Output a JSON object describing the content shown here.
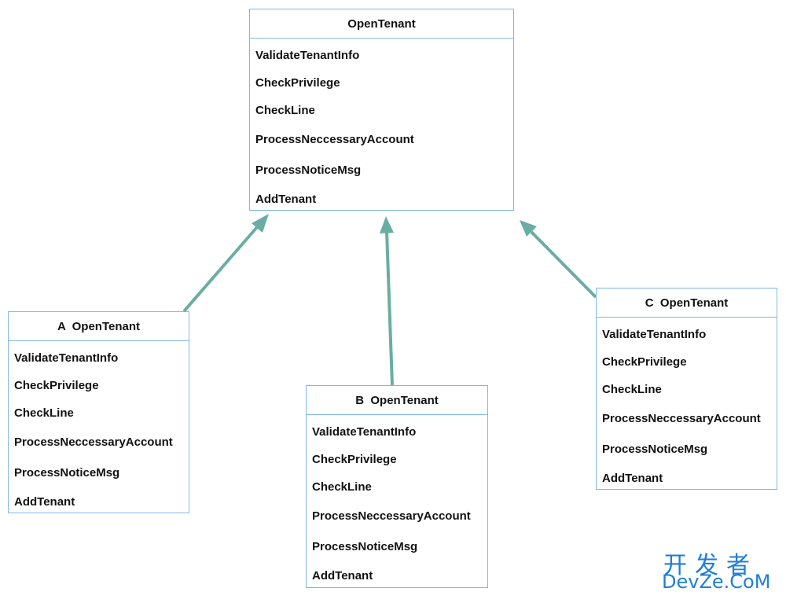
{
  "diagram": {
    "edge_color": "#6aada3",
    "box_border_color": "#7fb8e6",
    "base_class": {
      "title": "OpenTenant",
      "methods": [
        "ValidateTenantInfo",
        "CheckPrivilege",
        "CheckLine",
        "ProcessNeccessaryAccount",
        "ProcessNoticeMsg",
        "AddTenant"
      ]
    },
    "subclasses": [
      {
        "id": "a",
        "title": "A  OpenTenant",
        "methods": [
          "ValidateTenantInfo",
          "CheckPrivilege",
          "CheckLine",
          "ProcessNeccessaryAccount",
          "ProcessNoticeMsg",
          "AddTenant"
        ]
      },
      {
        "id": "b",
        "title": "B  OpenTenant",
        "methods": [
          "ValidateTenantInfo",
          "CheckPrivilege",
          "CheckLine",
          "ProcessNeccessaryAccount",
          "ProcessNoticeMsg",
          "AddTenant"
        ]
      },
      {
        "id": "c",
        "title": "C  OpenTenant",
        "methods": [
          "ValidateTenantInfo",
          "CheckPrivilege",
          "CheckLine",
          "ProcessNeccessaryAccount",
          "ProcessNoticeMsg",
          "AddTenant"
        ]
      }
    ],
    "edges": [
      {
        "from": "a",
        "to": "base",
        "type": "inheritance-arrow"
      },
      {
        "from": "b",
        "to": "base",
        "type": "inheritance-arrow"
      },
      {
        "from": "c",
        "to": "base",
        "type": "inheritance-arrow"
      }
    ]
  },
  "watermark": {
    "line1": "开发者",
    "line2": "DevZe.CoM",
    "color": "#1f7fd6"
  }
}
